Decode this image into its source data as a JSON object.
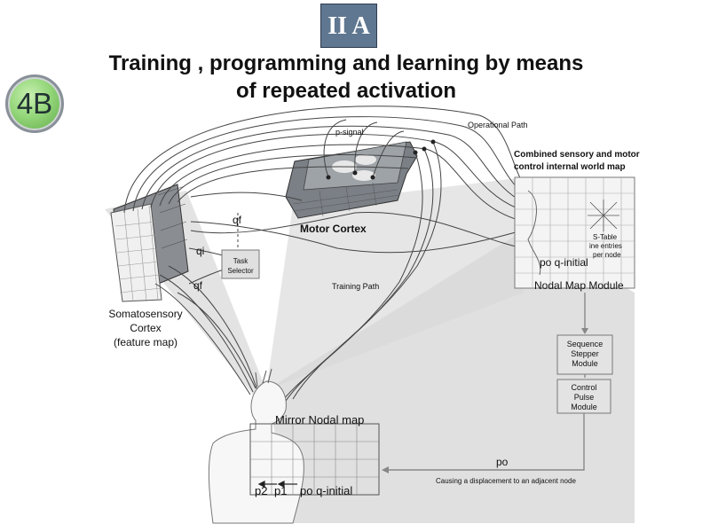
{
  "badge_top": "II A",
  "badge_circle": "4B",
  "title": {
    "line1": "Training , programming and learning by means",
    "line2": "of repeated activation"
  },
  "labels": {
    "p_signal": "p-signal",
    "operational_path": "Operational Path",
    "combined_map_line1": "Combined sensory and motor",
    "combined_map_line2": "control internal world map",
    "motor_cortex": "Motor Cortex",
    "qf_top": "qf",
    "qi": "qi",
    "qf_bottom": "qf",
    "task_selector_line1": "Task",
    "task_selector_line2": "Selector",
    "training_path": "Training Path",
    "somato_line1": "Somatosensory",
    "somato_line2": "Cortex",
    "somato_line3": "(feature map)",
    "s_table_line1": "S-Table",
    "s_table_line2": "ine entries",
    "s_table_line3": "per node",
    "po_q_initial": "po q-initial",
    "nodal_map_module": "Nodal Map Module",
    "sequence_line1": "Sequence",
    "sequence_line2": "Stepper",
    "sequence_line3": "Module",
    "control_line1": "Control",
    "control_line2": "Pulse",
    "control_line3": "Module",
    "mirror_nodal_map": "Mirror Nodal map",
    "po": "po",
    "causing": "Causing a displacement to an adjacent node",
    "p2": "p2",
    "p1": "p1",
    "po_q_initial_bottom": "po q-initial"
  },
  "colors": {
    "badge_bg": "#5f7790",
    "badge_circle": "#94d67a",
    "projection_grey": "#d9d9d9",
    "module_fill": "#e3e3e3",
    "cortex_fill": "#6f7378"
  }
}
